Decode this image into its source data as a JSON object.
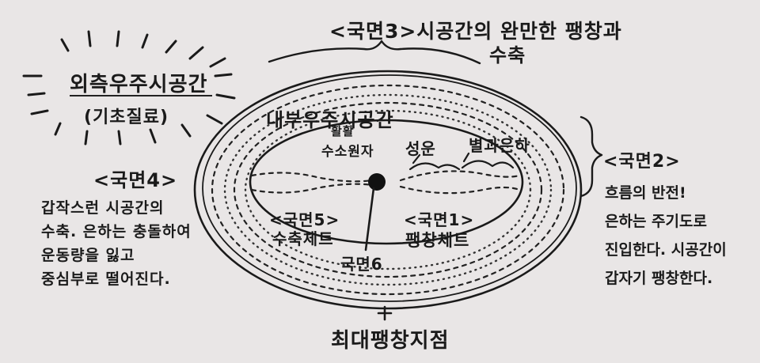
{
  "labels": {
    "phase3_title": "<국면3>시공간의 완만한 팽창과",
    "phase3_sub": "수축",
    "outer_space": "외측우주시공간",
    "outer_space_sub": "(기초질료)",
    "inner_space": "내부우주시공간",
    "phase4": "<국면4>",
    "phase4_desc": [
      "갑작스런 시공간의",
      "수축. 은하는 충돌하여",
      "운동량을 잃고",
      "중심부로 떨어진다."
    ],
    "hot_gas": "활활",
    "ionized_gas": "수소원자",
    "nebula": "성운",
    "star_birth": "별과은하",
    "phase5": "<국면5>",
    "phase5_sub": "수축체트",
    "phase1": "<국면1>",
    "phase1_sub": "팽창체트",
    "phase6": "국면6",
    "max_expansion": "최대팽창지점",
    "phase2": "<국면2>",
    "phase2_desc": [
      "흐름의 반전!",
      "은하는 주기도로",
      "진입한다. 시공간이",
      "갑자기 팽창한다."
    ]
  }
}
